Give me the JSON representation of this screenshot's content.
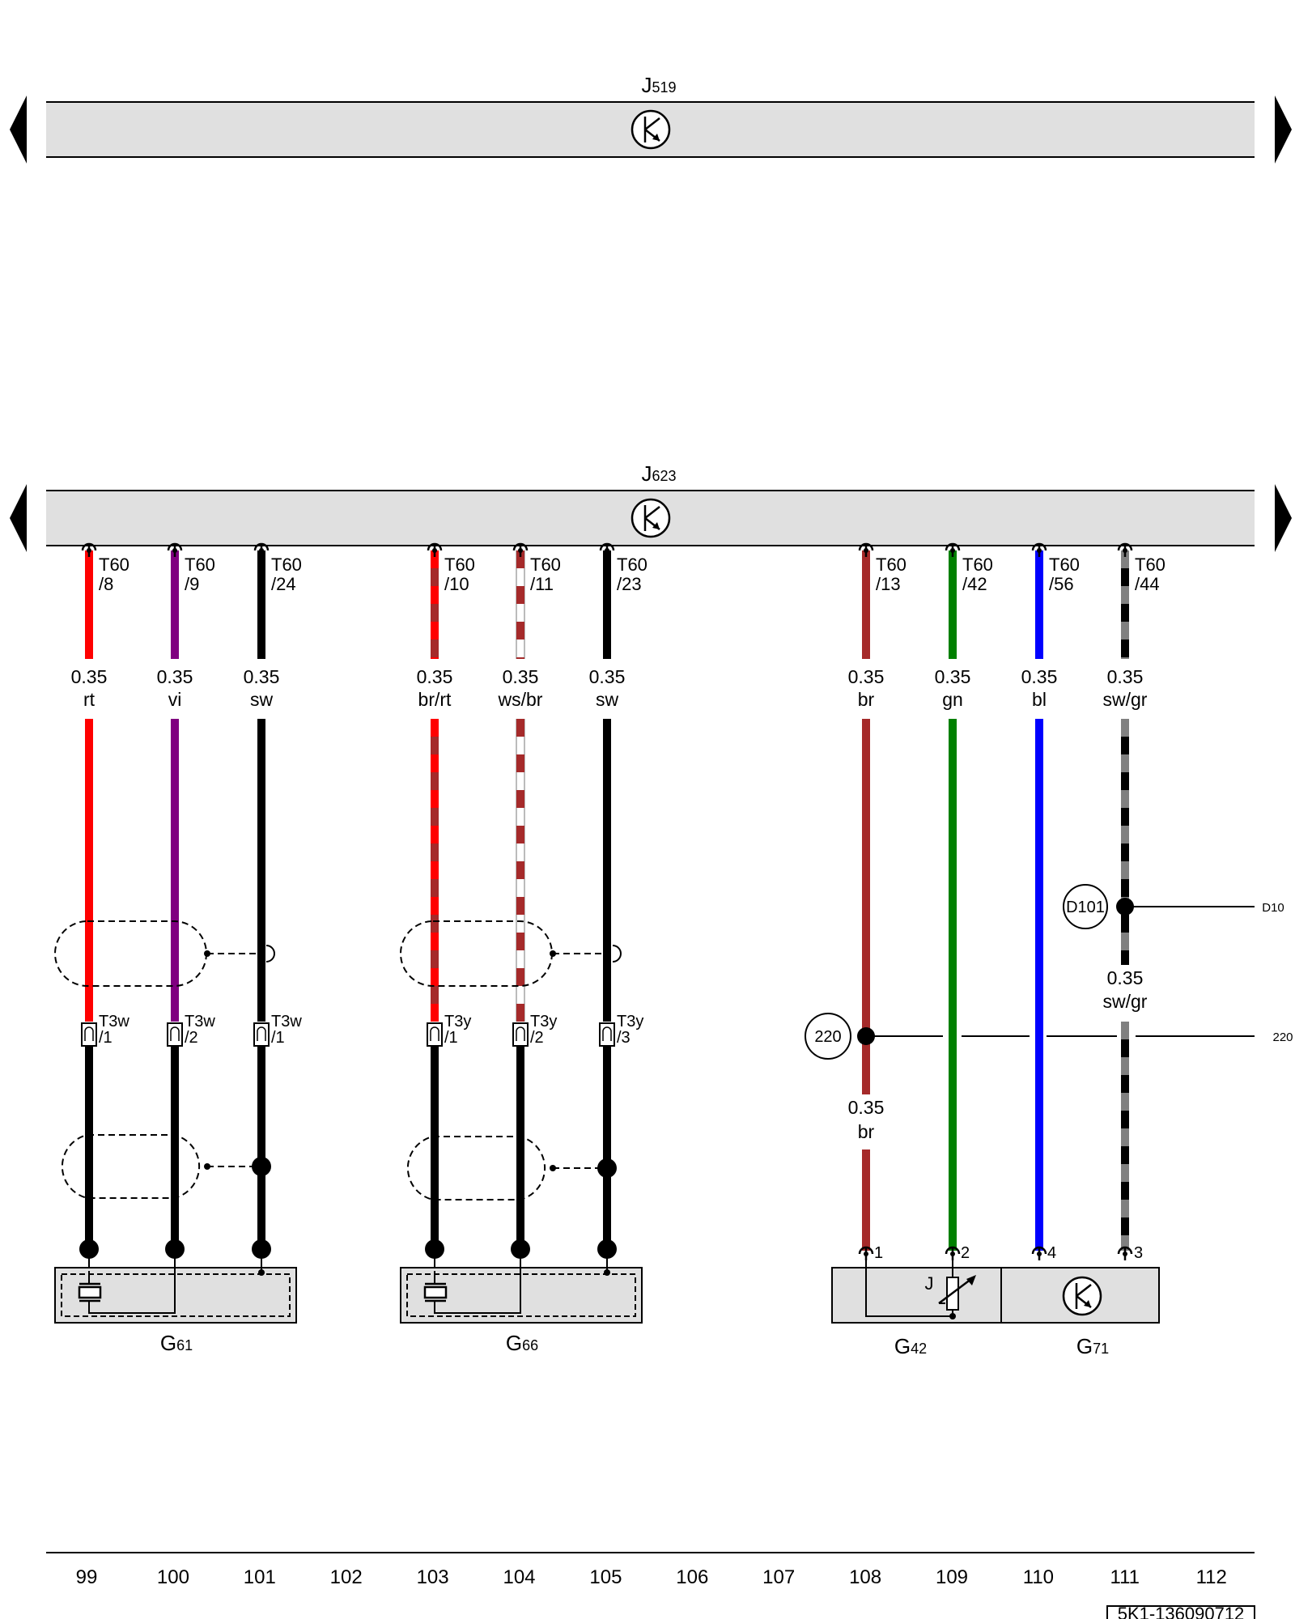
{
  "modules": {
    "top": {
      "letter": "J",
      "number": "519"
    },
    "bottom": {
      "letter": "J",
      "number": "623"
    }
  },
  "wires": [
    {
      "id": "w8",
      "pin_top": "T60",
      "pin_num": "/8",
      "size": "0.35",
      "color": "rt",
      "conn": "T3w",
      "conn_pin": "/1"
    },
    {
      "id": "w9",
      "pin_top": "T60",
      "pin_num": "/9",
      "size": "0.35",
      "color": "vi",
      "conn": "T3w",
      "conn_pin": "/2"
    },
    {
      "id": "w24",
      "pin_top": "T60",
      "pin_num": "/24",
      "size": "0.35",
      "color": "sw",
      "conn": "T3w",
      "conn_pin": "/1"
    },
    {
      "id": "w10",
      "pin_top": "T60",
      "pin_num": "/10",
      "size": "0.35",
      "color": "br/rt",
      "conn": "T3y",
      "conn_pin": "/1"
    },
    {
      "id": "w11",
      "pin_top": "T60",
      "pin_num": "/11",
      "size": "0.35",
      "color": "ws/br",
      "conn": "T3y",
      "conn_pin": "/2"
    },
    {
      "id": "w23",
      "pin_top": "T60",
      "pin_num": "/23",
      "size": "0.35",
      "color": "sw",
      "conn": "T3y",
      "conn_pin": "/3"
    },
    {
      "id": "w13",
      "pin_top": "T60",
      "pin_num": "/13",
      "size": "0.35",
      "color": "br"
    },
    {
      "id": "w42",
      "pin_top": "T60",
      "pin_num": "/42",
      "size": "0.35",
      "color": "gn"
    },
    {
      "id": "w56",
      "pin_top": "T60",
      "pin_num": "/56",
      "size": "0.35",
      "color": "bl"
    },
    {
      "id": "w44",
      "pin_top": "T60",
      "pin_num": "/44",
      "size": "0.35",
      "color": "sw/gr"
    }
  ],
  "extra_labels": {
    "br_lower": {
      "size": "0.35",
      "color": "br"
    },
    "swgr_lower": {
      "size": "0.35",
      "color": "sw/gr"
    }
  },
  "splices": {
    "d101": {
      "label": "D101",
      "edge": "D10"
    },
    "s220": {
      "label": "220",
      "edge": "220"
    }
  },
  "sensor_pins": [
    "1",
    "2",
    "4",
    "3"
  ],
  "sensor_j": "J",
  "components": [
    {
      "id": "g61",
      "letter": "G",
      "number": "61"
    },
    {
      "id": "g66",
      "letter": "G",
      "number": "66"
    },
    {
      "id": "g42",
      "letter": "G",
      "number": "42"
    },
    {
      "id": "g71",
      "letter": "G",
      "number": "71"
    }
  ],
  "columns": [
    "99",
    "100",
    "101",
    "102",
    "103",
    "104",
    "105",
    "106",
    "107",
    "108",
    "109",
    "110",
    "111",
    "112"
  ],
  "footer_code": "5K1-136090712",
  "palette": {
    "rt": "#ff0000",
    "vi": "#800080",
    "sw": "#000000",
    "br": "#a52a2a",
    "gn": "#008000",
    "bl": "#0000ff",
    "gr": "#808080",
    "ws": "#ffffff",
    "module_fill": "#e0e0e0"
  }
}
